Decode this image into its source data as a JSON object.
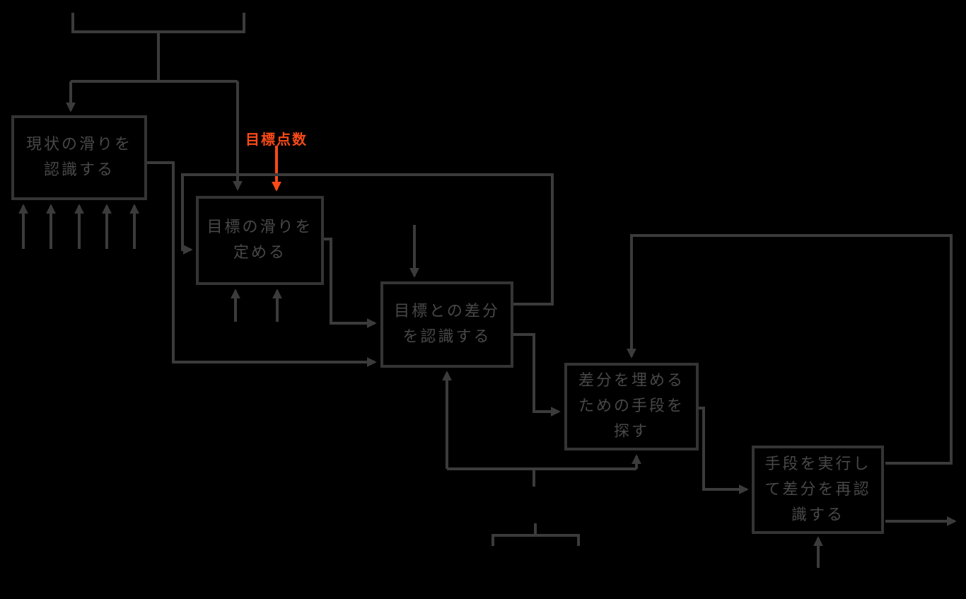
{
  "colors": {
    "background": "#000000",
    "line": "#3b3b3b",
    "box_border": "#343434",
    "box_text": "#484848",
    "accent": "#fa4a18"
  },
  "nodes": {
    "recognize_current": {
      "text": "現状の滑りを\n認識する"
    },
    "set_target": {
      "text": "目標の滑りを\n定める"
    },
    "recognize_gap": {
      "text": "目標との差分\nを認識する"
    },
    "find_means": {
      "text": "差分を埋める\nための手段を\n探す"
    },
    "execute_means": {
      "text": "手段を実行し\nて差分を再認\n識する"
    }
  },
  "annotations": {
    "target_score": "目標点数"
  }
}
